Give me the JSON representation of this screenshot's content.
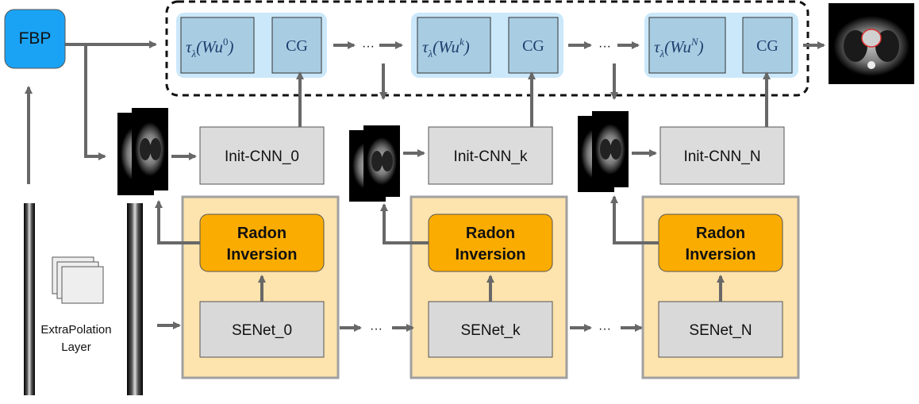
{
  "colors": {
    "fbp_fill": "#1aa3f5",
    "iter_bg": "#cbe8fa",
    "iter_box": "#a8cde3",
    "init_fill": "#dcdcdc",
    "senet_fill": "#d9d9d9",
    "yellow_panel": "#fde3ad",
    "yellow_border": "#a0a0a0",
    "radon_fill": "#fbac00",
    "arrow": "#686868",
    "text": "#111111"
  },
  "fbp": {
    "label": "FBP"
  },
  "iterations": [
    {
      "id": "0",
      "reg_base": "τ",
      "reg_sub": "λ",
      "reg_arg": "(Wu",
      "reg_sup": "0",
      "reg_close": ")",
      "cg_label": "CG",
      "init_cnn_label": "Init-CNN_0",
      "radon_line1": "Radon",
      "radon_line2": "Inversion",
      "senet_label": "SENet_0"
    },
    {
      "id": "k",
      "reg_base": "τ",
      "reg_sub": "λ",
      "reg_arg": "(Wu",
      "reg_sup": "k",
      "reg_close": ")",
      "cg_label": "CG",
      "init_cnn_label": "Init-CNN_k",
      "radon_line1": "Radon",
      "radon_line2": "Inversion",
      "senet_label": "SENet_k"
    },
    {
      "id": "N",
      "reg_base": "τ",
      "reg_sub": "λ",
      "reg_arg": "(Wu",
      "reg_sup": "N",
      "reg_close": ")",
      "cg_label": "CG",
      "init_cnn_label": "Init-CNN_N",
      "radon_line1": "Radon",
      "radon_line2": "Inversion",
      "senet_label": "SENet_N"
    }
  ],
  "ellipsis": "···",
  "extrapolation": {
    "line1": "ExtraPolation",
    "line2": "Layer"
  }
}
